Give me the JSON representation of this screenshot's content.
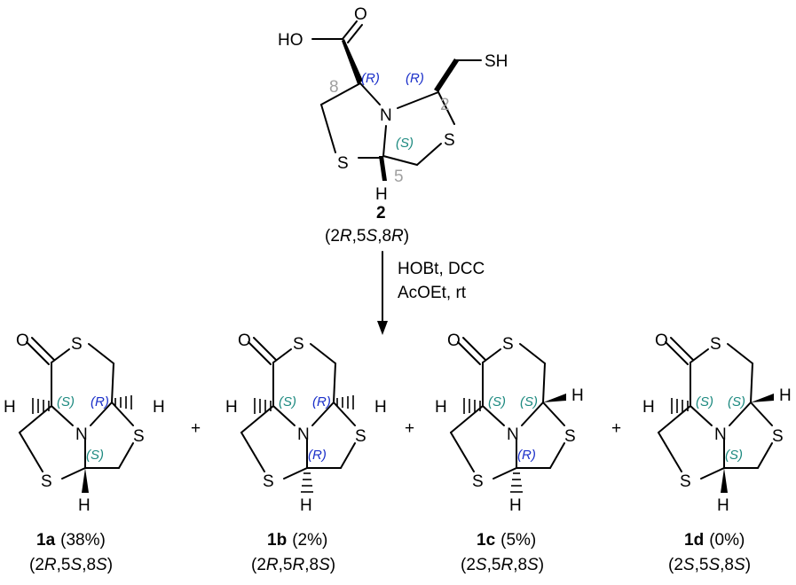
{
  "compound2": {
    "labels": {
      "hoc": "HO",
      "o": "O",
      "sh": "SH",
      "n": "N",
      "s1": "S",
      "s2": "S",
      "h": "H"
    },
    "locants": {
      "c8": "8",
      "c2": "2",
      "c5": "5"
    },
    "stereo": {
      "c8": "(R)",
      "c2": "(R)",
      "c5": "(S)"
    },
    "name": "2",
    "config": {
      "p1": "(2",
      "i1": "R",
      "p2": ",5",
      "i2": "S",
      "p3": ",8",
      "i3": "R",
      "p4": ")"
    }
  },
  "reaction": {
    "reagent_line1": "HOBt, DCC",
    "reagent_line2": "AcOEt, rt"
  },
  "plus": "+",
  "products": [
    {
      "name": "1a",
      "yield": "(38%)",
      "config": {
        "p1": "(2",
        "i1": "R",
        "p2": ",5",
        "i2": "S",
        "p3": ",8",
        "i3": "S",
        "p4": ")"
      },
      "stereo": {
        "left": "(S)",
        "right": "(R)",
        "bottom": "(S)"
      }
    },
    {
      "name": "1b",
      "yield": "(2%)",
      "config": {
        "p1": "(2",
        "i1": "R",
        "p2": ",5",
        "i2": "R",
        "p3": ",8",
        "i3": "S",
        "p4": ")"
      },
      "stereo": {
        "left": "(S)",
        "right": "(R)",
        "bottom": "(R)"
      }
    },
    {
      "name": "1c",
      "yield": "(5%)",
      "config": {
        "p1": "(2",
        "i1": "S",
        "p2": ",5",
        "i2": "R",
        "p3": ",8",
        "i3": "S",
        "p4": ")"
      },
      "stereo": {
        "left": "(S)",
        "right": "(S)",
        "bottom": "(R)"
      }
    },
    {
      "name": "1d",
      "yield": "(0%)",
      "config": {
        "p1": "(2",
        "i1": "S",
        "p2": ",5",
        "i2": "S",
        "p3": ",8",
        "i3": "S",
        "p4": ")"
      },
      "stereo": {
        "left": "(S)",
        "right": "(S)",
        "bottom": "(S)"
      }
    }
  ],
  "atom_labels": {
    "o": "O",
    "s": "S",
    "n": "N",
    "h": "H"
  },
  "colors": {
    "R": "#1a2fc9",
    "S": "#1e8a80",
    "locant": "#a0a0a0"
  }
}
